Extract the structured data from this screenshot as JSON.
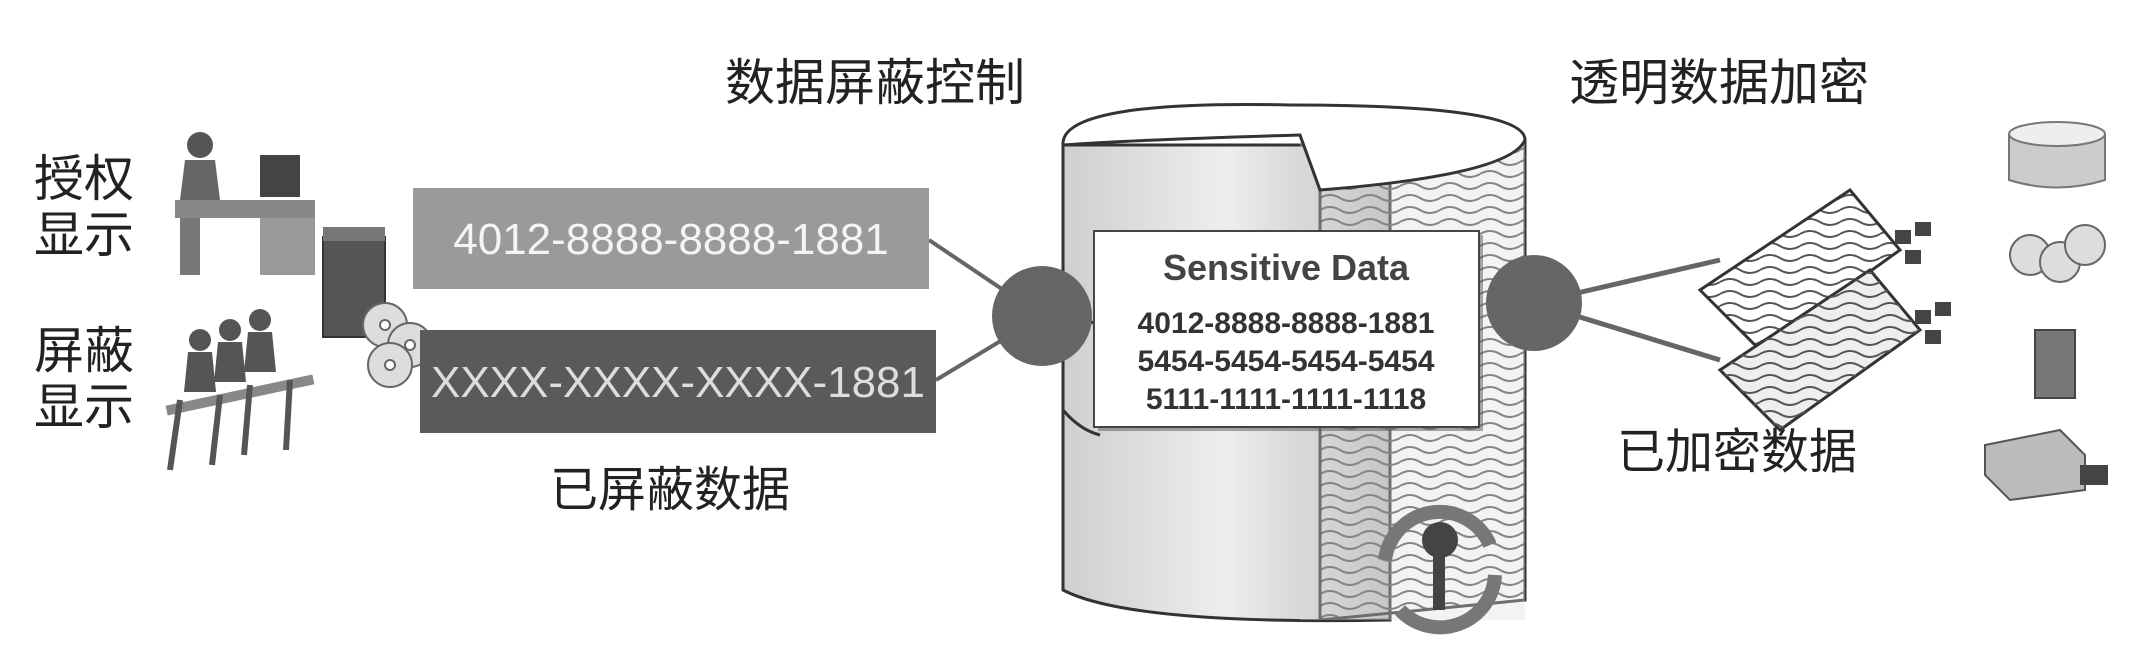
{
  "labels": {
    "masking_control": "数据屏蔽控制",
    "transparent_encryption": "透明数据加密",
    "authorized_display_1": "授权",
    "authorized_display_2": "显示",
    "masked_display_1": "屏蔽",
    "masked_display_2": "显示",
    "masked_data": "已屏蔽数据",
    "encrypted_data": "已加密数据"
  },
  "bars": {
    "clear_value": "4012-8888-8888-1881",
    "masked_value": "XXXX-XXXX-XXXX-1881"
  },
  "sensitive": {
    "title": "Sensitive Data",
    "rows": [
      "4012-8888-8888-1881",
      "5454-5454-5454-5454",
      "5111-1111-1111-1118"
    ]
  },
  "icons": [
    "authorized-user-icon",
    "masked-users-icon",
    "server-icon",
    "cd-discs-icon",
    "database-icon",
    "key-rotation-icon",
    "encrypted-file-icon",
    "storage-icon",
    "tape-drive-icon"
  ],
  "colors": {
    "bar_light": "#9a9a9a",
    "bar_dark": "#5a5a5a",
    "circle": "#666666"
  }
}
